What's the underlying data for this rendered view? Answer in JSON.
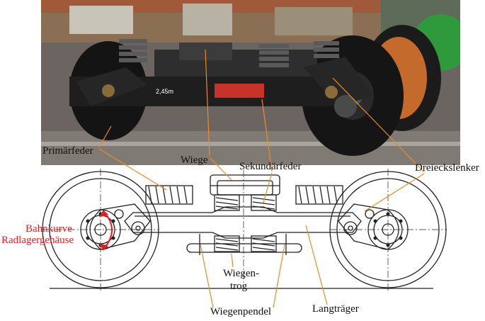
{
  "photo": {
    "frame_text": "2,45m"
  },
  "labels": {
    "primaerfeder": "Primärfeder",
    "wiege": "Wiege",
    "sekundaerfeder": "Sekundärfeder",
    "dreieckslenker": "Dreieckslenker",
    "bahnkurve": "Bahnkurve",
    "radlagergehaeuse": "Radlagergehäuse",
    "wiegentrog_line1": "Wiegen-",
    "wiegentrog_line2": "trog",
    "wiegenpendel": "Wiegenpendel",
    "langtraeger": "Langträger"
  },
  "colors": {
    "leader_line": "#f08a24",
    "highlight_red": "#e31e24",
    "drawing_stroke": "#222222"
  }
}
